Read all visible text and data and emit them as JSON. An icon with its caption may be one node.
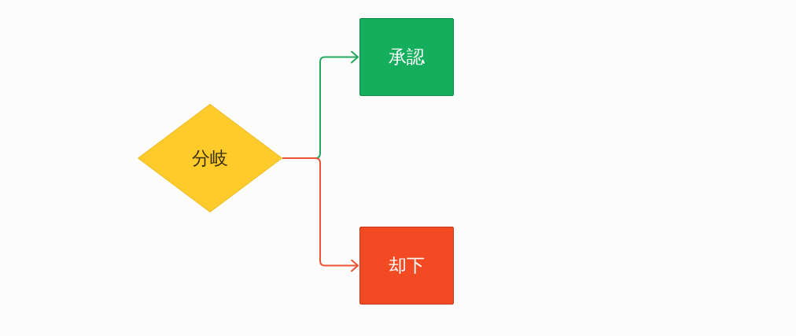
{
  "diagram": {
    "nodes": [
      {
        "text": [
          "分岐"
        ]
      },
      {
        "text": [
          "承認"
        ]
      },
      {
        "text": [
          "却下"
        ]
      }
    ],
    "edges": [
      {
        "from": 0,
        "to": 1,
        "arrow": "to",
        "color": "#22a85c"
      },
      {
        "from": 0,
        "to": 2,
        "arrow": "to",
        "color": "#ec5330"
      }
    ]
  }
}
